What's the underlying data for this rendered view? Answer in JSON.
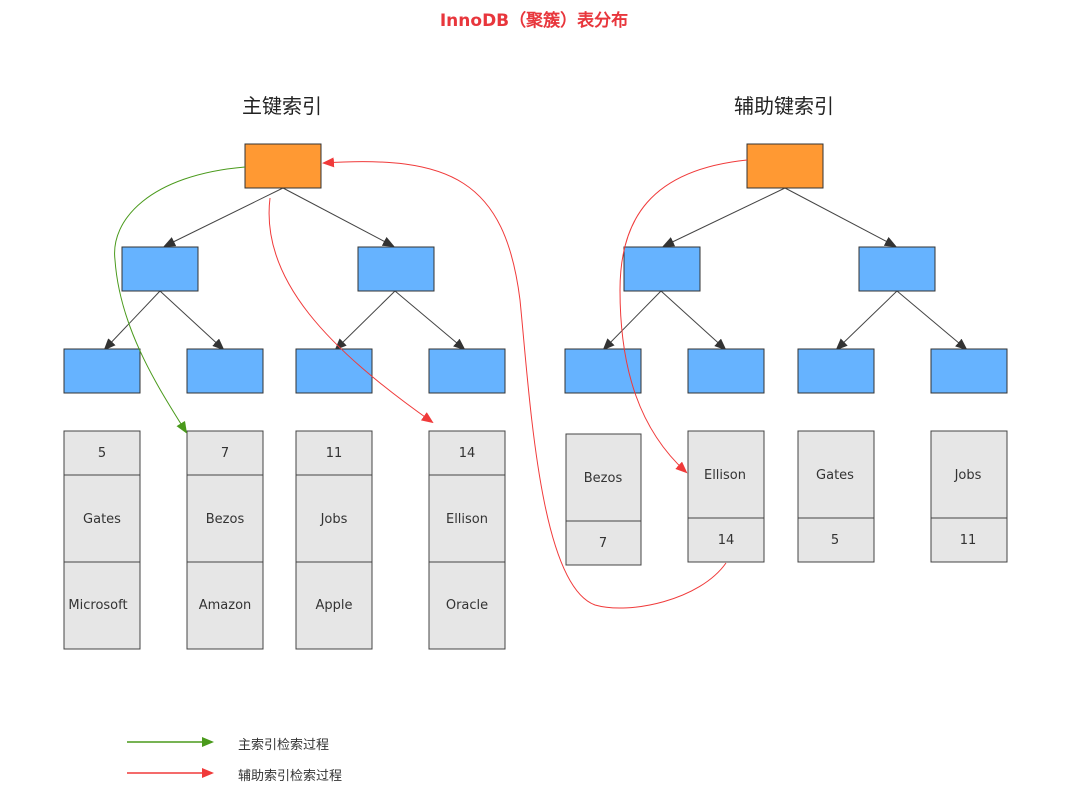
{
  "title": "InnoDB（聚簇）表分布",
  "primary": {
    "title": "主键索引",
    "leaves": [
      {
        "id": "5",
        "name": "Gates",
        "company": "Microsoft"
      },
      {
        "id": "7",
        "name": "Bezos",
        "company": "Amazon"
      },
      {
        "id": "11",
        "name": "Jobs",
        "company": "Apple"
      },
      {
        "id": "14",
        "name": "Ellison",
        "company": "Oracle"
      }
    ]
  },
  "secondary": {
    "title": "辅助键索引",
    "leaves": [
      {
        "name": "Bezos",
        "id": "7"
      },
      {
        "name": "Ellison",
        "id": "14"
      },
      {
        "name": "Gates",
        "id": "5"
      },
      {
        "name": "Jobs",
        "id": "11"
      }
    ]
  },
  "legend": [
    {
      "label": "主索引检索过程",
      "color": "#4a9a1c"
    },
    {
      "label": "辅助索引检索过程",
      "color": "#f03a3a"
    }
  ],
  "colors": {
    "root": "#ff9933",
    "node": "#66b3ff",
    "leaf": "#e6e6e6",
    "green_path": "#4a9a1c",
    "red_path": "#f03a3a"
  }
}
